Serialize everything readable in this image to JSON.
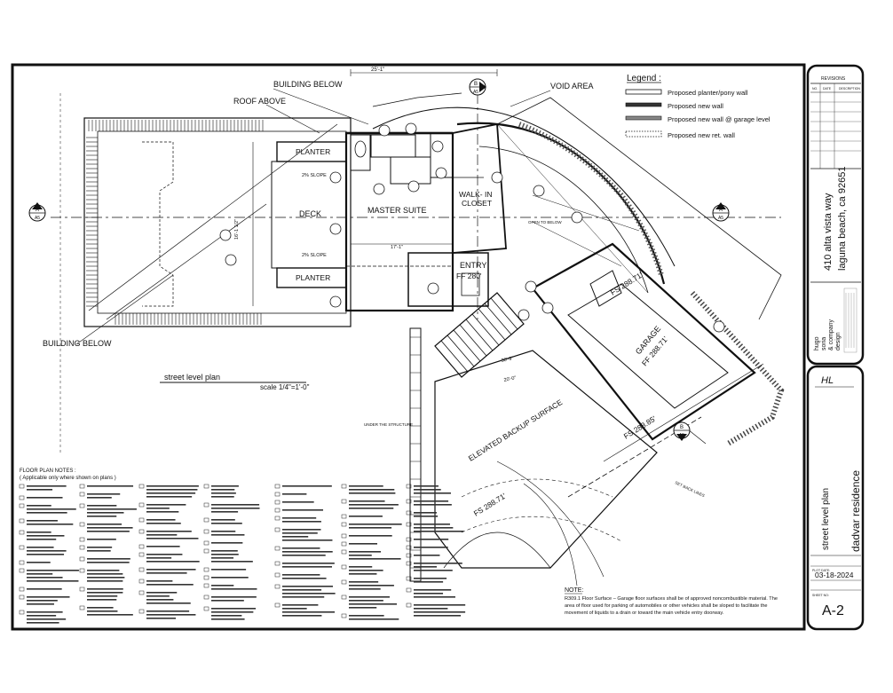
{
  "plan": {
    "labels": {
      "building_below_top": "BUILDING BELOW",
      "roof_above": "ROOF ABOVE",
      "void_area": "VOID AREA",
      "planter_top": "PLANTER",
      "planter_bottom": "PLANTER",
      "deck": "DECK",
      "master_suite": "MASTER SUITE",
      "walk_in_closet_1": "WALK- IN",
      "walk_in_closet_2": "CLOSET",
      "entry": "ENTRY",
      "entry_ff": "FF 280'",
      "garage": "GARAGE",
      "garage_ff": "FF 288.71'",
      "fs_garage_top": "FS 288.71'",
      "fs_garage_bottom": "FS 288.85'",
      "fs_bottom": "FS 288.71'",
      "elevated_backup": "ELEVATED BACKUP SURFACE",
      "building_below_left": "BUILDING BELOW",
      "slope_top": "2% SLOPE",
      "slope_bottom": "2% SLOPE",
      "dim_top": "25'-1\"",
      "dim_left": "16'-1 1/2\"",
      "dim_suite": "17'-1\"",
      "dim_garage_a": "30'-9\"",
      "dim_garage_b": "20'-0\"",
      "under_structure": "UNDER THE STRUCTURE",
      "set_back": "SET BACK LINES",
      "open_to_below": "OPEN TO BELOW"
    },
    "title": "street level plan",
    "scale": "scale 1/4\"=1'-0\""
  },
  "legend": {
    "title": "Legend :",
    "items": [
      "Proposed planter/pony wall",
      "Proposed new wall",
      "Proposed new wall @ garage level",
      "Proposed new ret. wall"
    ]
  },
  "notes": {
    "header": "FLOOR PLAN NOTES :",
    "subheader": "( Applicable only where shown on plans )",
    "note_title": "NOTE:",
    "note_body_1": "R309.1 Floor Surface – Garage floor surfaces shall be of approved noncombustible material. The",
    "note_body_2": "area of floor used for parking of automobiles or other vehicles shall be sloped to facilitate the",
    "note_body_3": "movement of liquids to a drain or toward the main vehicle entry doorway."
  },
  "title_block": {
    "revisions": "REVISIONS",
    "rev_cols": [
      "NO.",
      "DATE",
      "DESCRIPTION"
    ],
    "address_1": "410 alta vista way",
    "address_2": "laguna beach, ca 92651",
    "firm_1": "hugo",
    "firm_2": "soria",
    "firm_3": "& company",
    "firm_4": "design",
    "signature": "HL",
    "sheet_title": "street level plan",
    "project": "dadvar residence",
    "plot_date_label": "PLOT DATE:",
    "plot_date": "03-18-2024",
    "sheet_no_label": "SHEET NO:",
    "sheet_no": "A-2"
  },
  "section_marks": {
    "a_label": "A",
    "a_sheet": "A5",
    "b_label": "B",
    "b_sheet": "A5"
  }
}
